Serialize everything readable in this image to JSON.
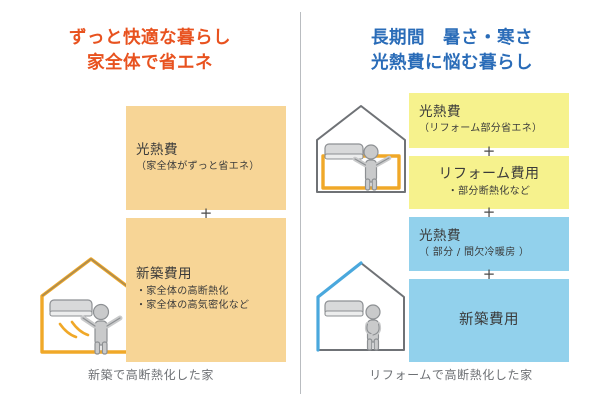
{
  "theme": {
    "orange_title": "#e8521f",
    "blue_title": "#2a6cb8",
    "orange_box": "#f7d596",
    "yellow_box": "#f6f28d",
    "blue_box": "#92d1ec",
    "body_text": "#3a3a3a",
    "caption_text": "#6d7074",
    "divider": "#b9bcc0",
    "house_outline": "#6f7276",
    "house_accent_orange": "#f0a828",
    "house_accent_blue": "#4aa8dd"
  },
  "left_panel": {
    "title": "ずっと快適な暮らし\n家全体で省エネ",
    "caption": "新築で高断熱化した家",
    "plus_symbol": "+",
    "boxes": [
      {
        "title": "光熱費",
        "sub": "（家全体がずっと省エネ）",
        "color_name": "orange"
      },
      {
        "title": "新築費用",
        "sub": "・家全体の高断熱化\n・家全体の高気密化など",
        "color_name": "orange"
      }
    ]
  },
  "right_panel": {
    "title": "長期間　暑さ・寒さ\n光熱費に悩む暮らし",
    "caption": "リフォームで高断熱化した家",
    "plus_symbol": "+",
    "boxes": [
      {
        "title": "光熱費",
        "sub": "（リフォーム部分省エネ）",
        "color_name": "yellow"
      },
      {
        "title": "リフォーム費用",
        "sub": "・部分断熱化など",
        "color_name": "yellow"
      },
      {
        "title": "光熱費",
        "sub": "（ 部分 / 間欠冷暖房 ）",
        "color_name": "blue"
      },
      {
        "title": "新築費用",
        "sub": "",
        "color_name": "blue"
      }
    ]
  },
  "illustrations": {
    "left_house": "house-insulated-whole-icon",
    "right_top_house": "house-partial-reform-icon",
    "right_bottom_house": "house-uninsulated-cold-icon"
  }
}
